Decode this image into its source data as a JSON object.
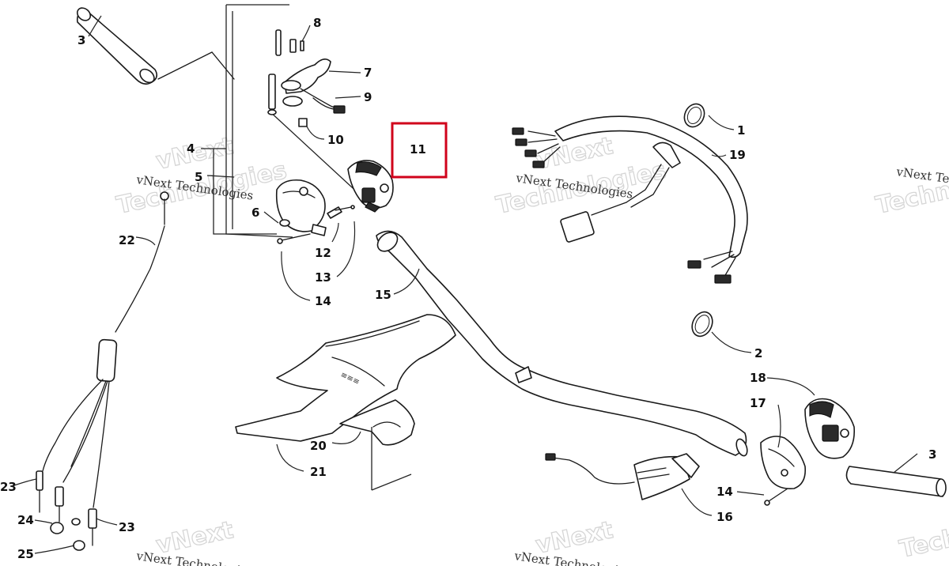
{
  "watermark": {
    "line1": "vNext Technologies",
    "line2": "Technologies",
    "line3": "vNext"
  },
  "highlight": {
    "part": "11",
    "color": "#d0021b"
  },
  "callouts": [
    {
      "id": "c1",
      "text": "1"
    },
    {
      "id": "c2",
      "text": "2"
    },
    {
      "id": "c3a",
      "text": "3"
    },
    {
      "id": "c3b",
      "text": "3"
    },
    {
      "id": "c4",
      "text": "4"
    },
    {
      "id": "c5",
      "text": "5"
    },
    {
      "id": "c6",
      "text": "6"
    },
    {
      "id": "c7",
      "text": "7"
    },
    {
      "id": "c8",
      "text": "8"
    },
    {
      "id": "c9",
      "text": "9"
    },
    {
      "id": "c10",
      "text": "10"
    },
    {
      "id": "c11",
      "text": "11"
    },
    {
      "id": "c12",
      "text": "12"
    },
    {
      "id": "c13",
      "text": "13"
    },
    {
      "id": "c14a",
      "text": "14"
    },
    {
      "id": "c14b",
      "text": "14"
    },
    {
      "id": "c15",
      "text": "15"
    },
    {
      "id": "c16",
      "text": "16"
    },
    {
      "id": "c17",
      "text": "17"
    },
    {
      "id": "c18",
      "text": "18"
    },
    {
      "id": "c19",
      "text": "19"
    },
    {
      "id": "c20",
      "text": "20"
    },
    {
      "id": "c21",
      "text": "21"
    },
    {
      "id": "c22",
      "text": "22"
    },
    {
      "id": "c23a",
      "text": "23"
    },
    {
      "id": "c23b",
      "text": "23"
    },
    {
      "id": "c24",
      "text": "24"
    },
    {
      "id": "c25",
      "text": "25"
    }
  ]
}
